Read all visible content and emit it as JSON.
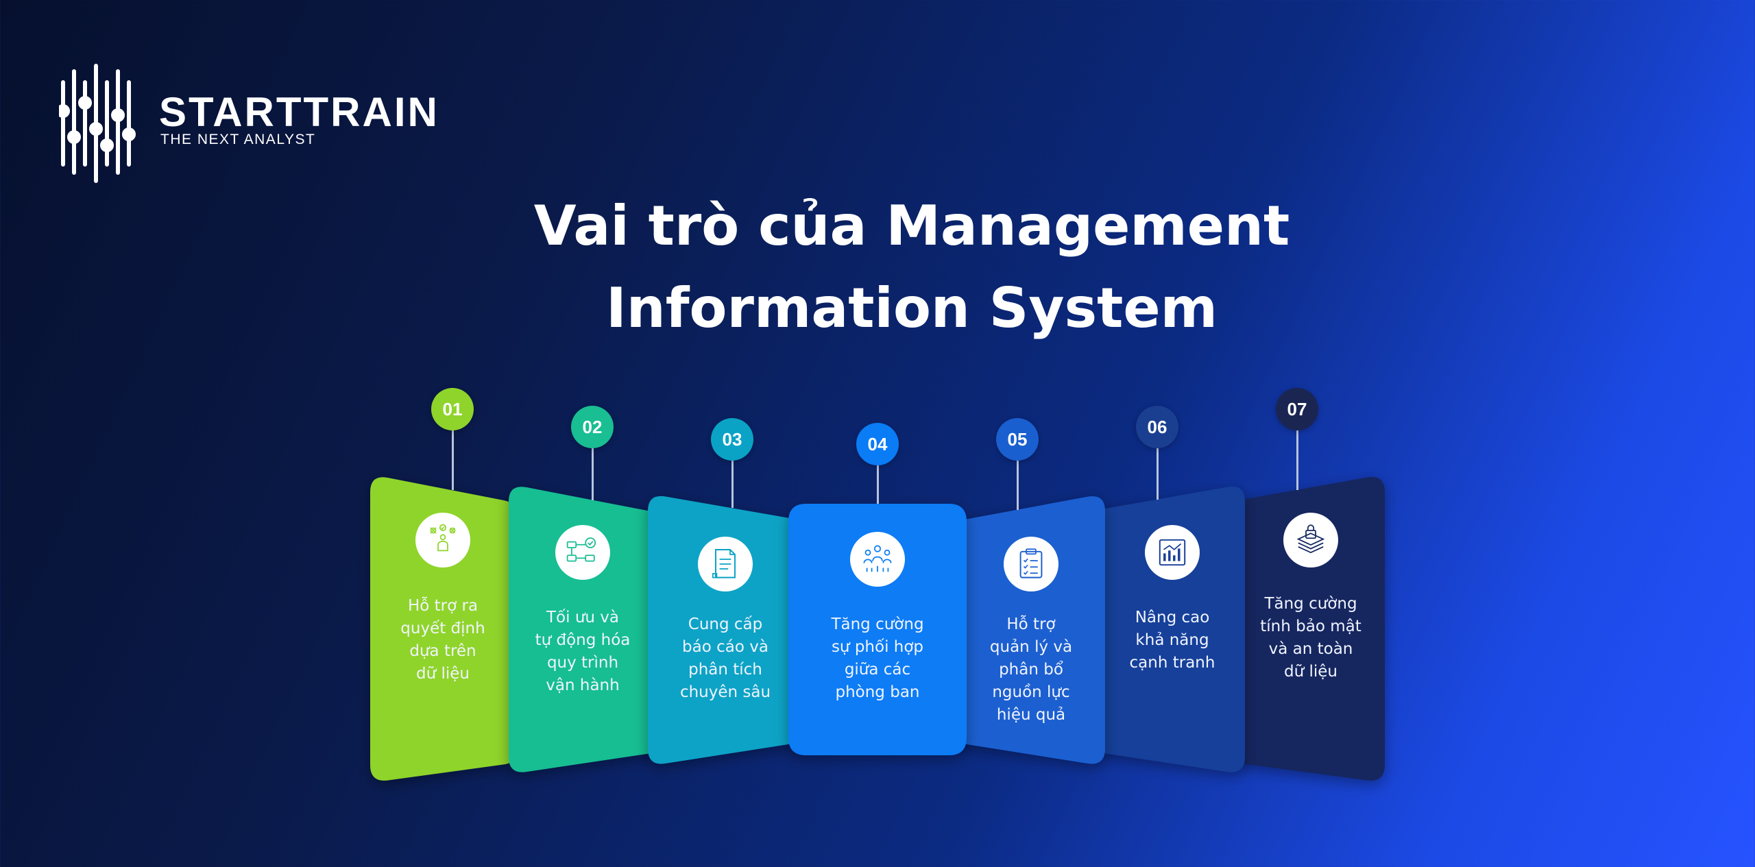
{
  "brand": {
    "name": "STARTTRAIN",
    "tagline": "THE NEXT ANALYST"
  },
  "title": {
    "line1": "Vai trò của Management",
    "line2": "Information System"
  },
  "steps": [
    {
      "number": "01",
      "text": [
        "Hỗ trợ ra",
        "quyết định",
        "dựa trên",
        "dữ liệu"
      ],
      "color": "#8fd42b",
      "badge_color": "#8fd42b",
      "icon": "decision-icon"
    },
    {
      "number": "02",
      "text": [
        "Tối ưu và",
        "tự động hóa",
        "quy trình",
        "vận hành"
      ],
      "color": "#19be92",
      "badge_color": "#19be92",
      "icon": "workflow-icon"
    },
    {
      "number": "03",
      "text": [
        "Cung cấp",
        "báo cáo và",
        "phân tích",
        "chuyên sâu"
      ],
      "color": "#0aa3c6",
      "badge_color": "#0aa3c6",
      "icon": "report-icon"
    },
    {
      "number": "04",
      "text": [
        "Tăng cường",
        "sự phối hợp",
        "giữa các",
        "phòng ban"
      ],
      "color": "#0a7cf5",
      "badge_color": "#0a7cf5",
      "icon": "team-icon"
    },
    {
      "number": "05",
      "text": [
        "Hỗ trợ",
        "quản lý và",
        "phân bổ",
        "nguồn lực",
        "hiệu quả"
      ],
      "color": "#1a5fd0",
      "badge_color": "#1a5fd0",
      "icon": "checklist-icon"
    },
    {
      "number": "06",
      "text": [
        "Nâng cao",
        "khả năng",
        "cạnh tranh"
      ],
      "color": "#173f9a",
      "badge_color": "#1b3f90",
      "icon": "growth-chart-icon"
    },
    {
      "number": "07",
      "text": [
        "Tăng cường",
        "tính bảo mật",
        "và an toàn",
        "dữ liệu"
      ],
      "color": "#14275e",
      "badge_color": "#1a2552",
      "icon": "security-icon"
    }
  ]
}
